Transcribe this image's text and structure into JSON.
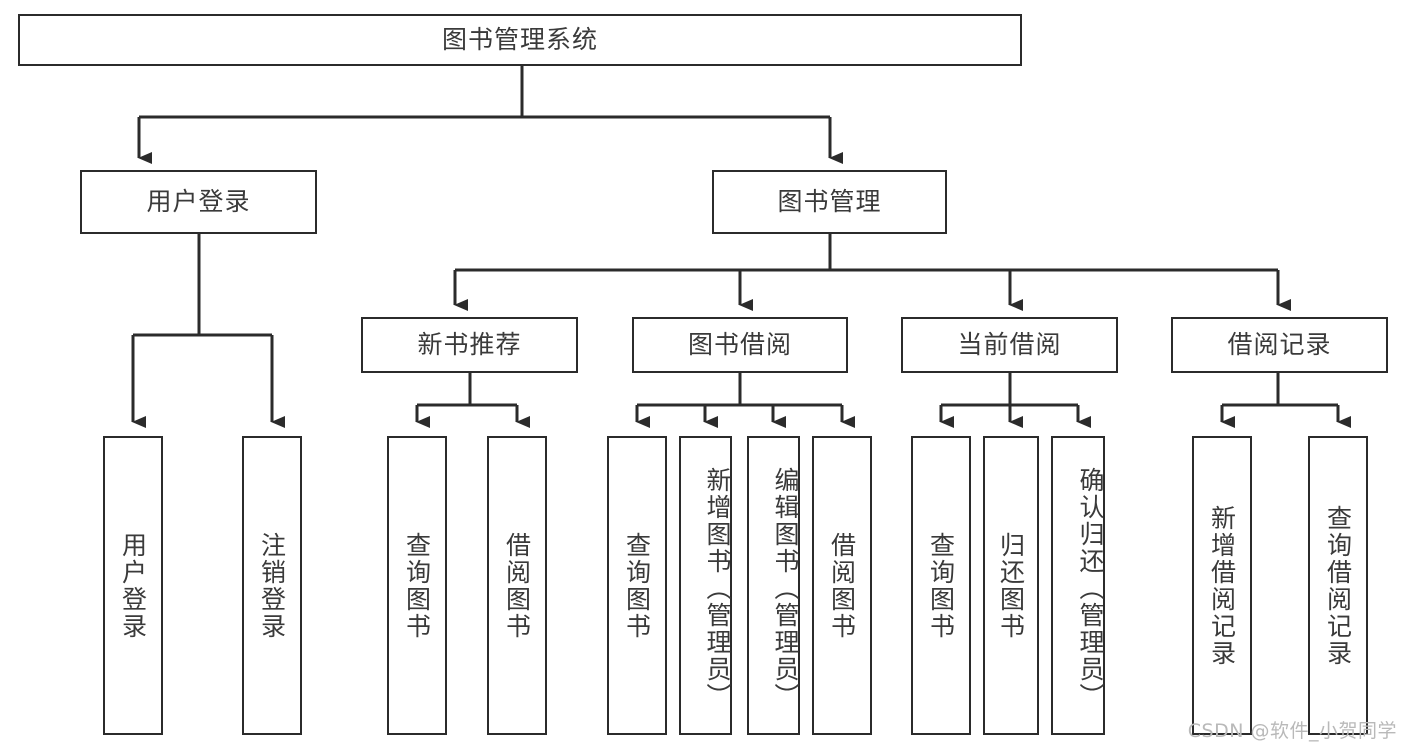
{
  "diagram": {
    "title_node": {
      "label": "图书管理系统"
    },
    "level2": [
      {
        "label": "用户登录"
      },
      {
        "label": "图书管理"
      }
    ],
    "level3": [
      {
        "label": "新书推荐"
      },
      {
        "label": "图书借阅"
      },
      {
        "label": "当前借阅"
      },
      {
        "label": "借阅记录"
      }
    ],
    "leaves": {
      "user_login": [
        {
          "label": "用户登录"
        },
        {
          "label": "注销登录"
        }
      ],
      "new_book_recommend": [
        {
          "label": "查询图书"
        },
        {
          "label": "借阅图书"
        }
      ],
      "book_borrow": [
        {
          "label": "查询图书"
        },
        {
          "label": "新增图书（管理员）"
        },
        {
          "label": "编辑图书（管理员）"
        },
        {
          "label": "借阅图书"
        }
      ],
      "current_borrow": [
        {
          "label": "查询图书"
        },
        {
          "label": "归还图书"
        },
        {
          "label": "确认归还（管理员）"
        }
      ],
      "borrow_record": [
        {
          "label": "新增借阅记录"
        },
        {
          "label": "查询借阅记录"
        }
      ]
    },
    "watermark": "CSDN @软件_小贺同学",
    "colors": {
      "stroke": "#2b2b2b",
      "text": "#3a3a3a",
      "background": "#ffffff",
      "watermark": "#b9b9b9"
    }
  }
}
